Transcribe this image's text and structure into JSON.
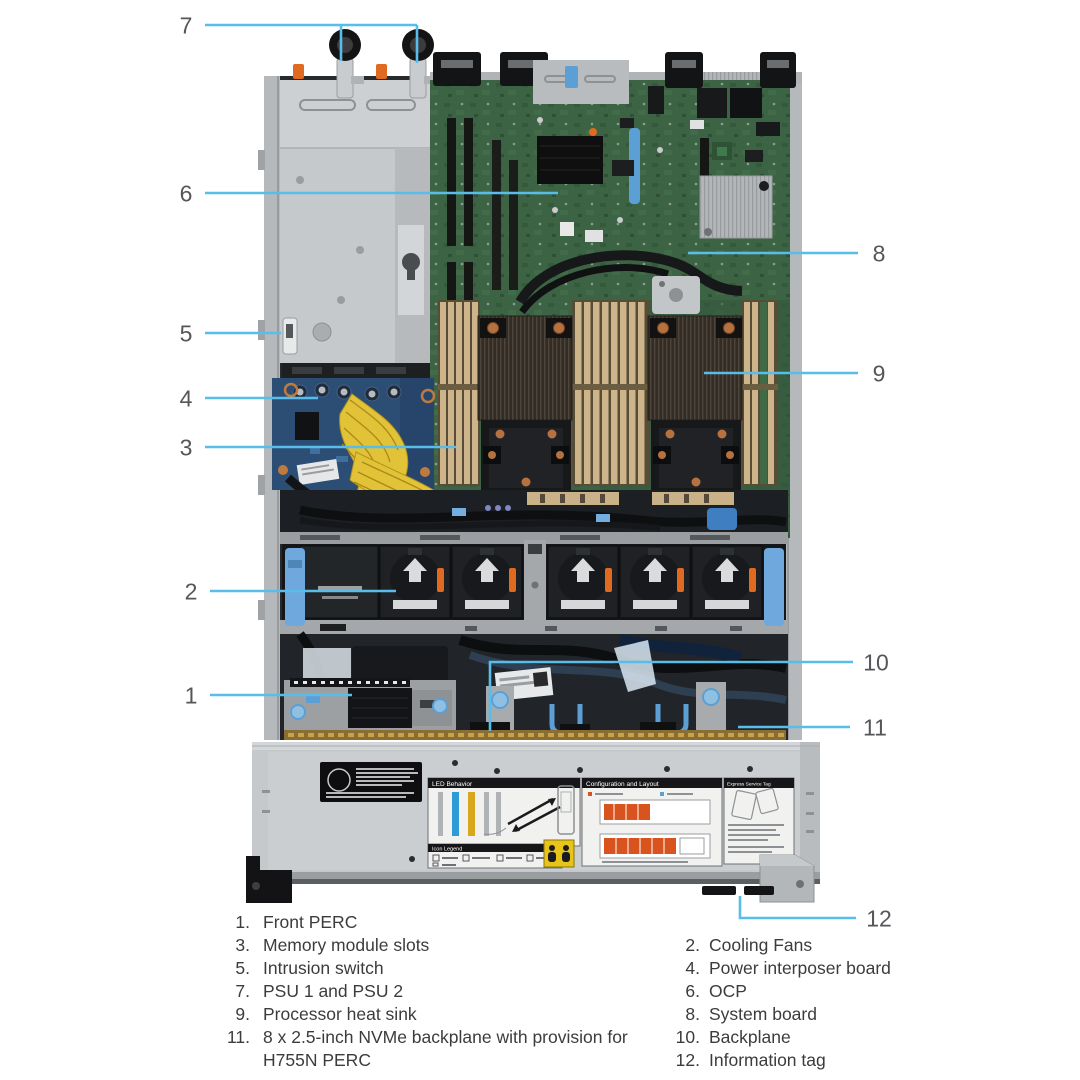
{
  "figure": {
    "callouts": [
      {
        "label": "1"
      },
      {
        "label": "2"
      },
      {
        "label": "3"
      },
      {
        "label": "4"
      },
      {
        "label": "5"
      },
      {
        "label": "6"
      },
      {
        "label": "7"
      },
      {
        "label": "8"
      },
      {
        "label": "9"
      },
      {
        "label": "10"
      },
      {
        "label": "11"
      },
      {
        "label": "12"
      }
    ],
    "panel_labels": {
      "led_behavior": "LED Behavior",
      "icon_legend": "Icon Legend",
      "configuration_layout": "Configuration and Layout",
      "express_service_tag": "Express Service Tag"
    }
  },
  "legend": {
    "left": [
      {
        "number": "1.",
        "label": "Front PERC"
      },
      {
        "number": "3.",
        "label": "Memory module slots"
      },
      {
        "number": "5.",
        "label": "Intrusion switch"
      },
      {
        "number": "7.",
        "label": "PSU 1 and PSU 2"
      },
      {
        "number": "9.",
        "label": "Processor heat sink"
      },
      {
        "number": "11.",
        "label": "8 x 2.5-inch NVMe backplane with provision for H755N PERC"
      }
    ],
    "right": [
      {
        "number": "2.",
        "label": "Cooling Fans"
      },
      {
        "number": "4.",
        "label": "Power interposer board"
      },
      {
        "number": "6.",
        "label": "OCP"
      },
      {
        "number": "8.",
        "label": "System board"
      },
      {
        "number": "10.",
        "label": "Backplane"
      },
      {
        "number": "12.",
        "label": "Information tag"
      }
    ]
  },
  "colors": {
    "accent_line": "#58bde9",
    "callout_text": "#54565a",
    "legend_text": "#3b3c3e"
  }
}
